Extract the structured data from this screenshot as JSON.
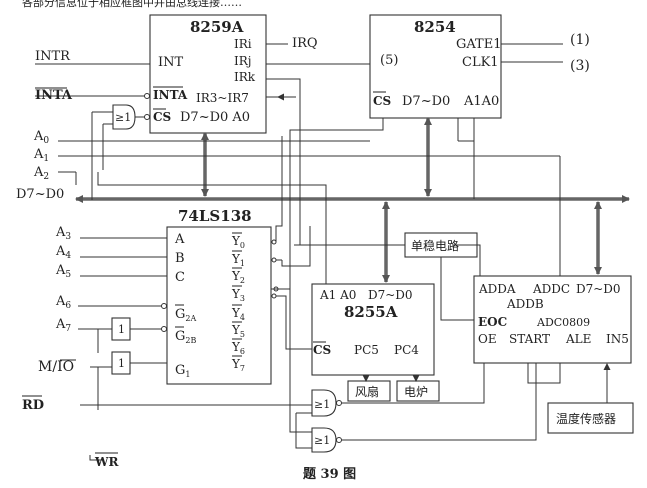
{
  "header": {
    "cut_text": "各部分信息位于相应框图中并由总线连接……"
  },
  "chip_8259": {
    "name": "8259A",
    "int": "INT",
    "inta": "INTA",
    "cs": "CS",
    "data": "D7~D0 A0",
    "iri": "IRi",
    "irj": "IRj",
    "irk": "IRk",
    "ir37": "IR3~IR7"
  },
  "irq_label": "IRQ",
  "chip_8254": {
    "name": "8254",
    "gate": "GATE1",
    "clk": "CLK1",
    "n5": "(5)",
    "cs": "CS",
    "data": "D7~D0",
    "a1a0": "A1A0"
  },
  "mark_1": "(1)",
  "mark_3": "(3)",
  "cpu_signals": {
    "intr": "INTR",
    "inta": "INTA",
    "a0_a": "A",
    "a0_b": "0",
    "a1_a": "A",
    "a1_b": "1",
    "a2_a": "A",
    "a2_b": "2",
    "bus": "D7~D0",
    "a3_a": "A",
    "a3_b": "3",
    "a4_a": "A",
    "a4_b": "4",
    "a5_a": "A",
    "a5_b": "5",
    "a6_a": "A",
    "a6_b": "6",
    "a7_a": "A",
    "a7_b": "7",
    "mio_a": "M/",
    "mio_b": "IO",
    "rd": "RD",
    "wr": "WR"
  },
  "decoder": {
    "name": "74LS138",
    "a": "A",
    "b": "B",
    "c": "C",
    "g2a": "G",
    "g2a_sub": "2A",
    "g2b": "G",
    "g2b_sub": "2B",
    "g1": "G",
    "g1_sub": "1",
    "y0": "Y",
    "y0s": "0",
    "y1": "Y",
    "y1s": "1",
    "y2": "Y",
    "y2s": "2",
    "y3": "Y",
    "y3s": "3",
    "y4": "Y",
    "y4s": "4",
    "y5": "Y",
    "y5s": "5",
    "y6": "Y",
    "y6s": "6",
    "y7": "Y",
    "y7s": "7"
  },
  "gates": {
    "or_top": "≥1",
    "inv_a7": "1",
    "inv_mio": "1",
    "or_rd": "≥1",
    "or_wr": "≥1"
  },
  "monostable": "单稳电路",
  "chip_8255": {
    "name": "8255A",
    "a1a0": "A1 A0",
    "data": "D7~D0",
    "cs": "CS",
    "pc5": "PC5",
    "pc4": "PC4"
  },
  "fan": "风扇",
  "furnace": "电炉",
  "adc": {
    "name": "ADC0809",
    "adda": "ADDA",
    "addc": "ADDC",
    "data": "D7~D0",
    "addb": "ADDB",
    "eoc": "EOC",
    "oe": "OE",
    "start": "START",
    "ale": "ALE",
    "in5": "IN5"
  },
  "sensor": "温度传感器",
  "caption": "题 39 图"
}
